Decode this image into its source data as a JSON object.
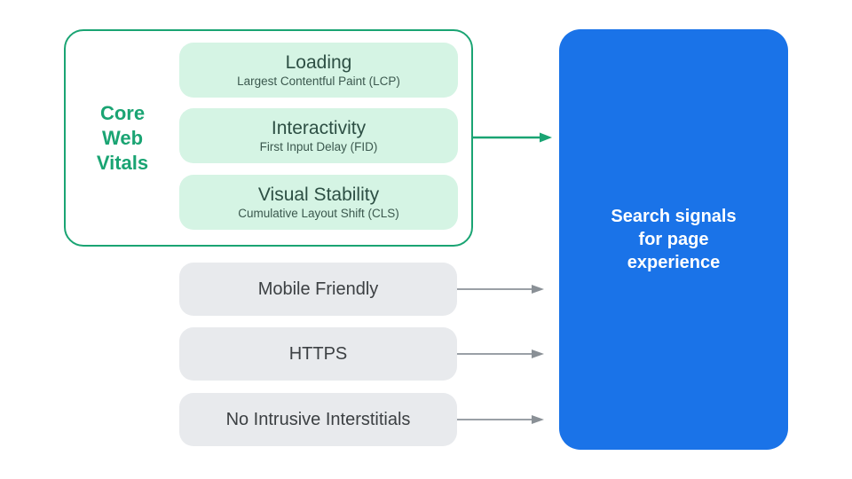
{
  "colors": {
    "green": "#1aa473",
    "green_pill_bg": "#d5f4e4",
    "green_pill_text": "#2d4f44",
    "gray_pill_bg": "#e8eaed",
    "gray_pill_text": "#3c4043",
    "arrow_gray": "#9aa0a6",
    "blue": "#1a73e8",
    "result_text": "#ffffff"
  },
  "core_web_vitals": {
    "label_lines": [
      "Core",
      "Web",
      "Vitals"
    ],
    "pills": [
      {
        "title": "Loading",
        "subtitle": "Largest Contentful Paint (LCP)"
      },
      {
        "title": "Interactivity",
        "subtitle": "First Input Delay (FID)"
      },
      {
        "title": "Visual Stability",
        "subtitle": "Cumulative Layout Shift (CLS)"
      }
    ]
  },
  "other_signals": [
    {
      "label": "Mobile Friendly"
    },
    {
      "label": "HTTPS"
    },
    {
      "label": "No Intrusive Interstitials"
    }
  ],
  "result_box": {
    "lines": [
      "Search signals",
      "for page",
      "experience"
    ]
  }
}
